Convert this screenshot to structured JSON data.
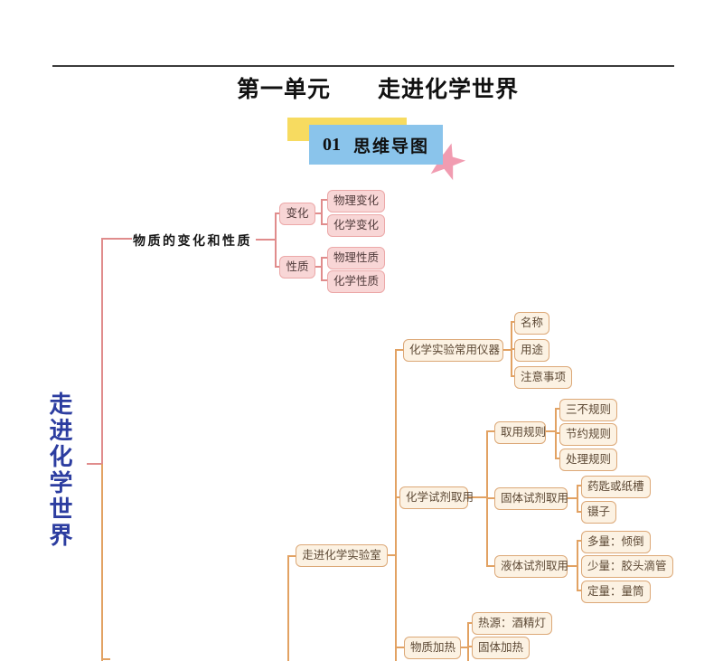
{
  "colors": {
    "branch1_line": "#E08C8C",
    "branch1_border": "#ECA8A8",
    "branch1_fill": "#F8D6D6",
    "branch2_line": "#E2A263",
    "branch2_border": "#DCA877",
    "branch2_fill": "#FCF2E3",
    "root_blue": "#2C3DA0",
    "badge_yellow": "#F7DB60",
    "badge_blue": "#8AC4EB",
    "star_pink": "#F19CB1"
  },
  "header": {
    "unit_label": "第一单元",
    "unit_name": "走进化学世界"
  },
  "badge": {
    "number": "01",
    "label": "思维导图"
  },
  "mindmap": {
    "root": {
      "label": "走进化学世界"
    },
    "branch1": {
      "label": "物质的变化和性质",
      "children": [
        {
          "label": "变化",
          "children": [
            {
              "label": "物理变化"
            },
            {
              "label": "化学变化"
            }
          ]
        },
        {
          "label": "性质",
          "children": [
            {
              "label": "物理性质"
            },
            {
              "label": "化学性质"
            }
          ]
        }
      ]
    },
    "branch2": {
      "label": "走进化学实验室",
      "children": [
        {
          "label": "化学实验常用仪器",
          "children": [
            {
              "label": "名称"
            },
            {
              "label": "用途"
            },
            {
              "label": "注意事项"
            }
          ]
        },
        {
          "label": "化学试剂取用",
          "children": [
            {
              "label": "取用规则",
              "children": [
                {
                  "label": "三不规则"
                },
                {
                  "label": "节约规则"
                },
                {
                  "label": "处理规则"
                }
              ]
            },
            {
              "label": "固体试剂取用",
              "children": [
                {
                  "label": "药匙或纸槽"
                },
                {
                  "label": "镊子"
                }
              ]
            },
            {
              "label": "液体试剂取用",
              "children": [
                {
                  "label": "多量：倾倒"
                },
                {
                  "label": "少量：胶头滴管"
                },
                {
                  "label": "定量：量筒"
                }
              ]
            }
          ]
        },
        {
          "label": "物质加热",
          "children": [
            {
              "label": "热源：酒精灯"
            },
            {
              "label": "固体加热"
            }
          ]
        }
      ]
    }
  }
}
